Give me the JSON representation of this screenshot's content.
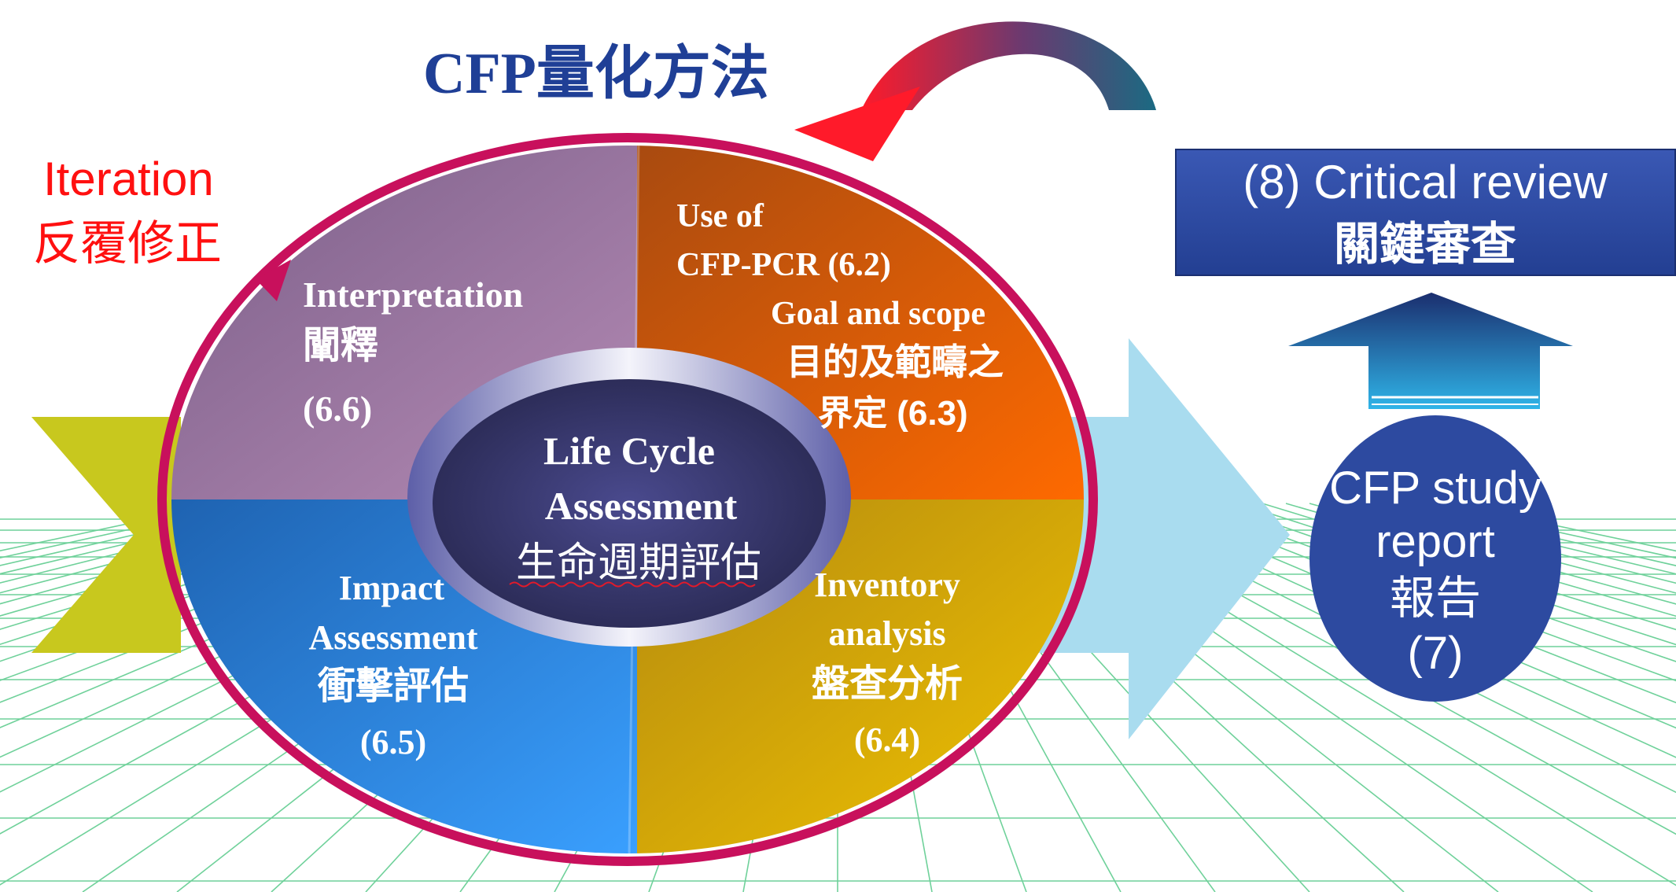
{
  "title": "CFP量化方法",
  "iteration": {
    "label_en": "Iteration",
    "label_zh": "反覆修正"
  },
  "center": {
    "line1": "Life Cycle",
    "line2": "Assessment",
    "line3": "生命週期評估"
  },
  "quadrants": {
    "interpretation": {
      "en": "Interpretation",
      "zh": "闡釋",
      "num": "(6.6)"
    },
    "goal": {
      "pre_line1": "Use of",
      "pre_line2": "CFP-PCR (6.2)",
      "en": "Goal and scope",
      "zh1": "目的及範疇之",
      "zh2": "界定  (6.3)"
    },
    "impact": {
      "en1": "Impact",
      "en2": "Assessment",
      "zh": "衝擊評估",
      "num": "(6.5)"
    },
    "inventory": {
      "en1": "Inventory",
      "en2": "analysis",
      "zh": "盤查分析",
      "num": "(6.4)"
    }
  },
  "critical_review": {
    "line1": "(8) Critical review",
    "line2": "關鍵審查"
  },
  "report": {
    "line1": "CFP study",
    "line2": "report",
    "line3": "報告",
    "line4": "(7)"
  },
  "colors": {
    "title": "#1f3f96",
    "iteration": "#ff1010",
    "ring": "#c8105c",
    "interpretation": "#9a7aa6",
    "goal": "#e0620e",
    "impact": "#2a85dc",
    "inventory": "#d6a812",
    "navy": "#2d4aa0",
    "light_arrow": "#a9dcef",
    "left_arrow": "#c8c81e",
    "grid": "#6fd19a"
  }
}
